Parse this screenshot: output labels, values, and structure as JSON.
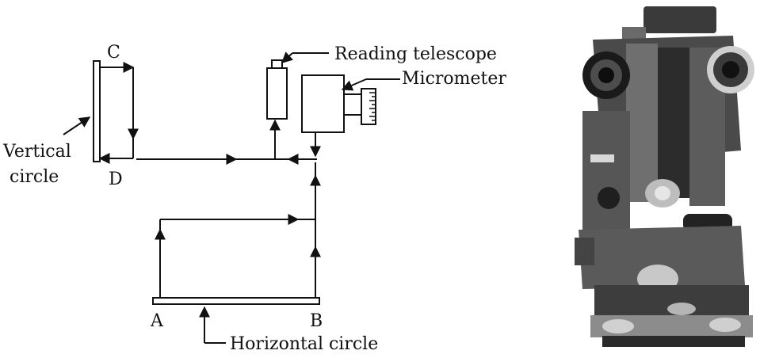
{
  "diagram": {
    "labels": {
      "c": "C",
      "d": "D",
      "a": "A",
      "b": "B",
      "reading_telescope": "Reading telescope",
      "micrometer": "Micrometer",
      "vertical_circle_line1": "Vertical",
      "vertical_circle_line2": "circle",
      "horizontal_circle": "Horizontal circle"
    }
  },
  "photo": {
    "subject": "theodolite-instrument-photo"
  },
  "colors": {
    "ink": "#111111",
    "background": "#ffffff"
  }
}
